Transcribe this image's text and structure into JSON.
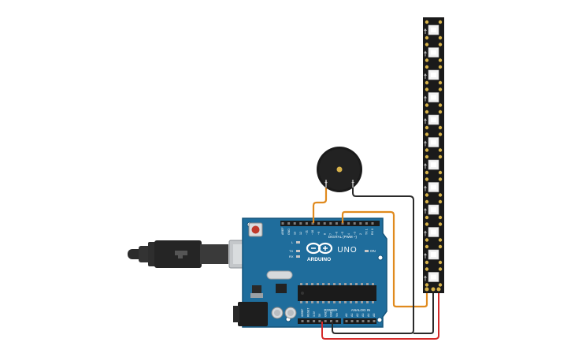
{
  "board": {
    "brand_label": "ARDUINO",
    "model_label": "UNO",
    "digital_header_label": "DIGITAL (PWM ~)",
    "power_header_label": "POWER",
    "analog_header_label": "ANALOG IN",
    "on_label": "ON",
    "led_l_label": "L",
    "led_tx_label": "TX",
    "led_rx_label": "RX",
    "board_color": "#1f6d9c",
    "digital_pin_labels": [
      "AREF",
      "GND",
      "13",
      "12",
      "~11",
      "~10",
      "~9",
      "8",
      "7",
      "~6",
      "~5",
      "4",
      "~3",
      "2",
      "TX 1",
      "RX 0"
    ],
    "power_pin_labels": [
      "IOREF",
      "RESET",
      "3.3V",
      "5V",
      "GND",
      "GND",
      "Vin"
    ],
    "analog_pin_labels": [
      "A0",
      "A1",
      "A2",
      "A3",
      "A4",
      "A5"
    ]
  },
  "buzzer": {
    "plus_label": "+",
    "minus_label": "−"
  },
  "led_strip": {
    "led_count": 12
  },
  "colors": {
    "wire_orange": "#e08a1e",
    "wire_black": "#2a2a2a",
    "wire_red": "#d42a2a",
    "strip_body": "#1a1a1a",
    "usb_cable": "#2b2b2b"
  }
}
